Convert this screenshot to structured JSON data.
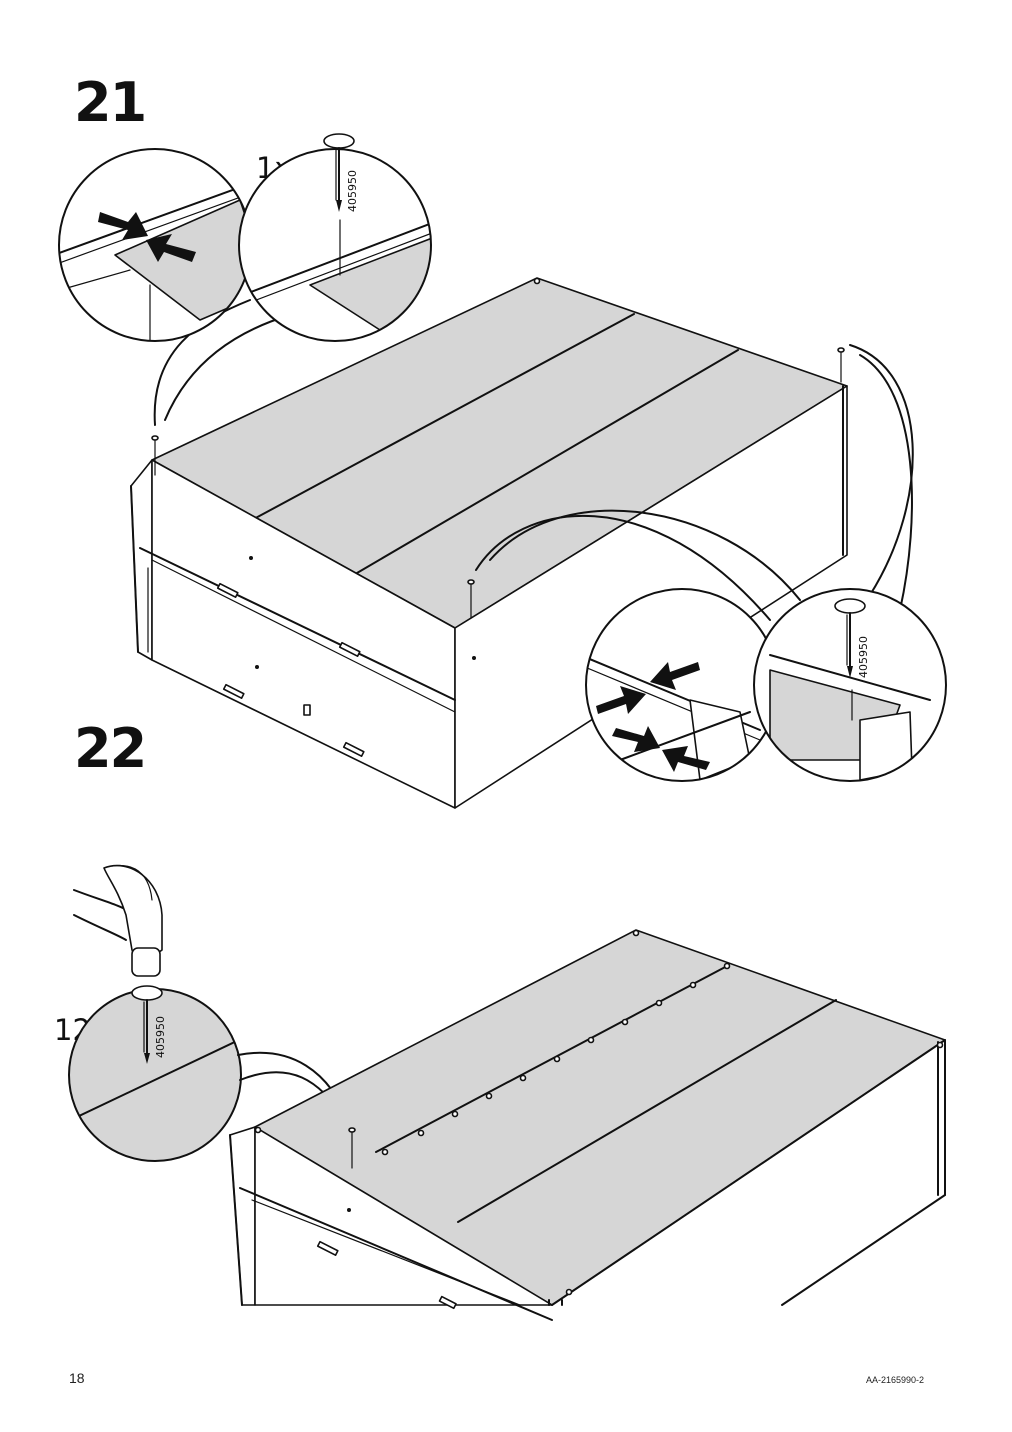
{
  "steps": [
    {
      "number": "21",
      "quantity": "1x",
      "part_number": "405950"
    },
    {
      "number": "22",
      "quantity": "12x",
      "part_number": "405950"
    }
  ],
  "detail_callout": {
    "part_number": "405950"
  },
  "footer": {
    "page_number": "18",
    "document_id": "AA-2165990-2"
  },
  "icons": [
    "nail-icon",
    "hammer-icon",
    "arrow-icon"
  ],
  "colors": {
    "panel_fill": "#d6d6d6",
    "ink": "#111111"
  }
}
